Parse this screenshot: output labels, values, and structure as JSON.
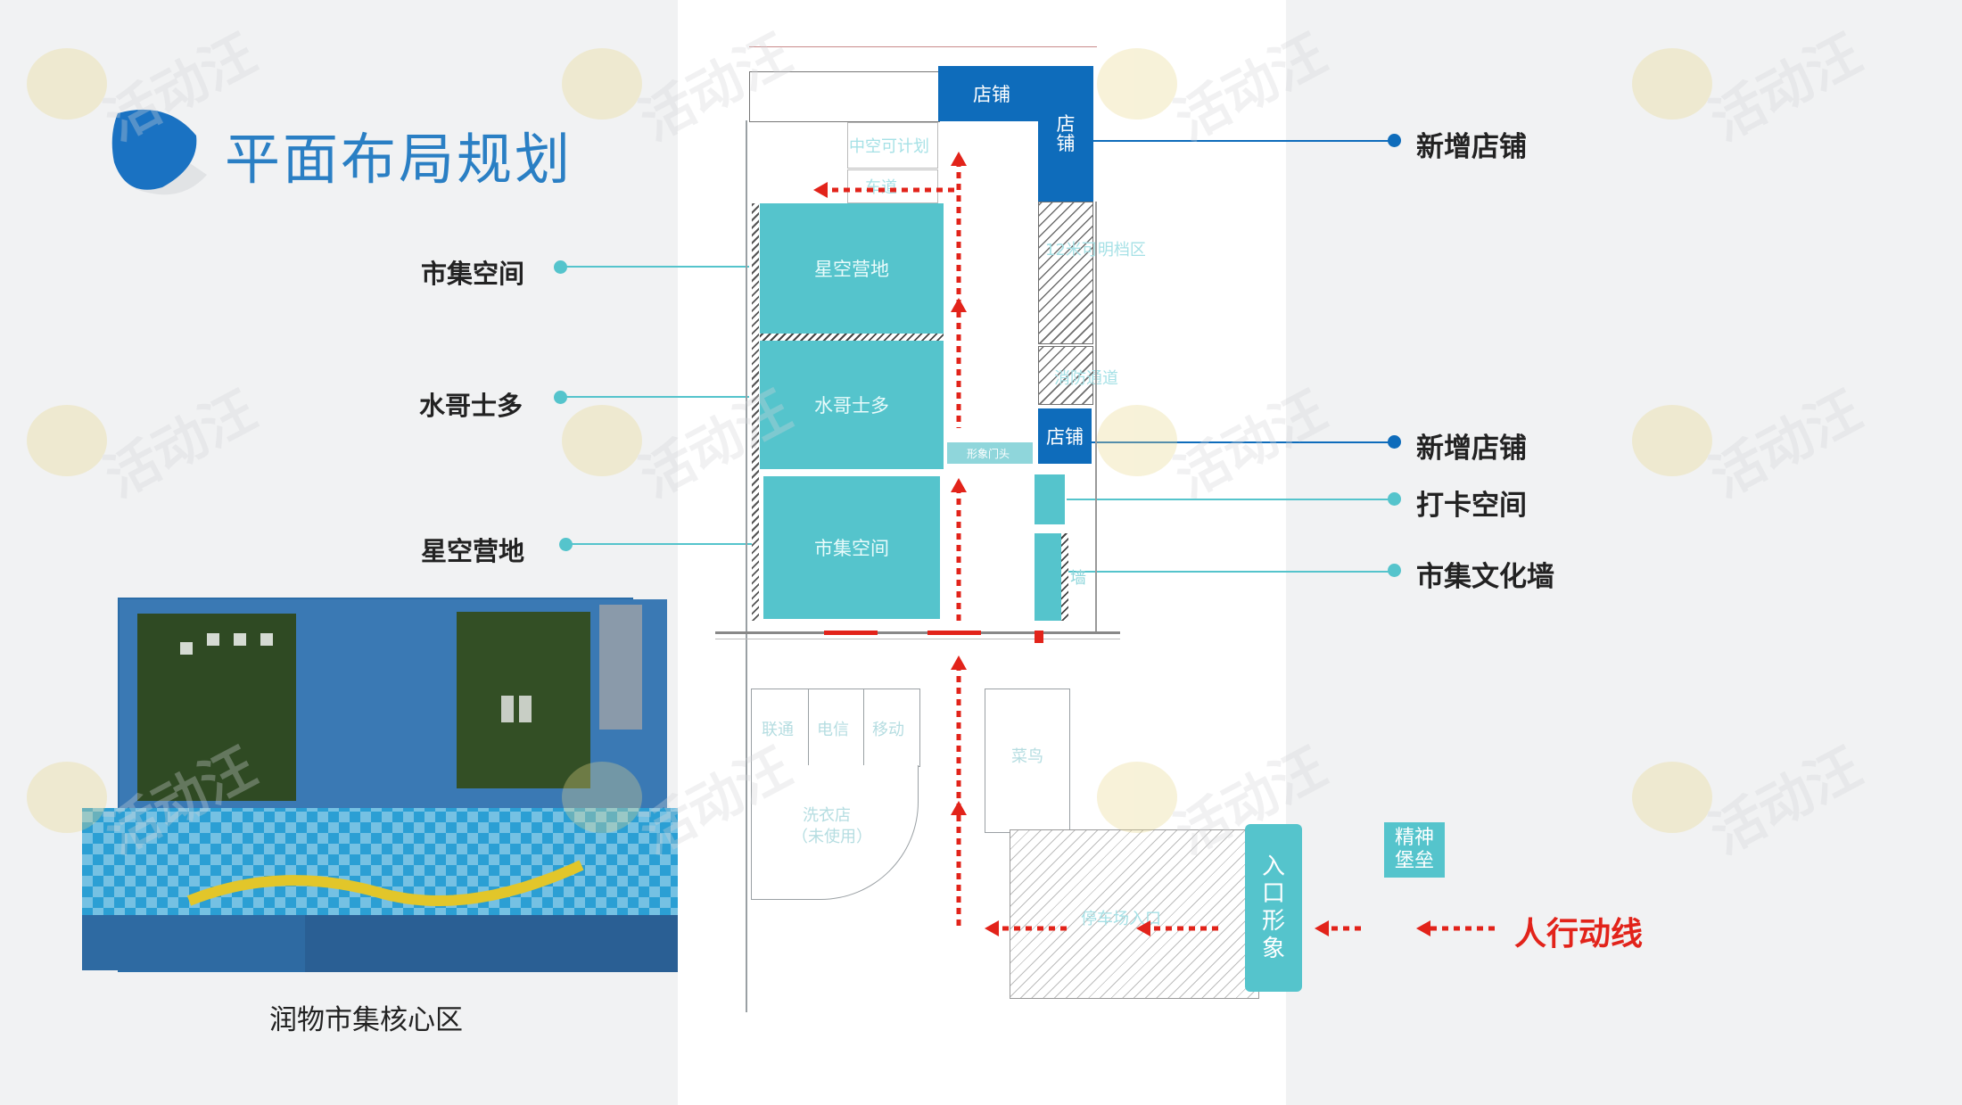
{
  "title": "平面布局规划",
  "left_labels": {
    "market": "市集空间",
    "water": "水哥士多",
    "camp": "星空营地"
  },
  "right_labels": {
    "new_shop_1": "新增店铺",
    "new_shop_2": "新增店铺",
    "checkin": "打卡空间",
    "culture_wall": "市集文化墙"
  },
  "zones": {
    "star_camp": "星空营地",
    "water_shop": "水哥士多",
    "market_space": "市集空间"
  },
  "shops": {
    "top": "店铺",
    "side": "店\n铺",
    "mid": "店铺"
  },
  "plan_labels": {
    "atrium": "中空可计划",
    "car_lane": "车道",
    "light_area": "12米可明档区",
    "fire_passage": "消防通道",
    "gate_label": "形象门头",
    "unicom": "联通",
    "telecom": "电信",
    "mobile": "移动",
    "cainiao": "菜鸟",
    "laundry": "洗衣店",
    "laundry_note": "（未使用）",
    "parking_entry": "停车场入口",
    "culture_short": "墙",
    "spirit_fort": "精神\n堡垒",
    "entrance_image": "入\n口\n形\n象"
  },
  "legend": {
    "label": "人行动线"
  },
  "caption": "润物市集核心区",
  "watermark": "活动汪",
  "colors": {
    "title": "#2a7fc4",
    "zone": "#55c4cc",
    "shop": "#0e6cbb",
    "route": "#e2231a",
    "connector_teal": "#55c4cc",
    "connector_blue": "#0e6cbb"
  }
}
